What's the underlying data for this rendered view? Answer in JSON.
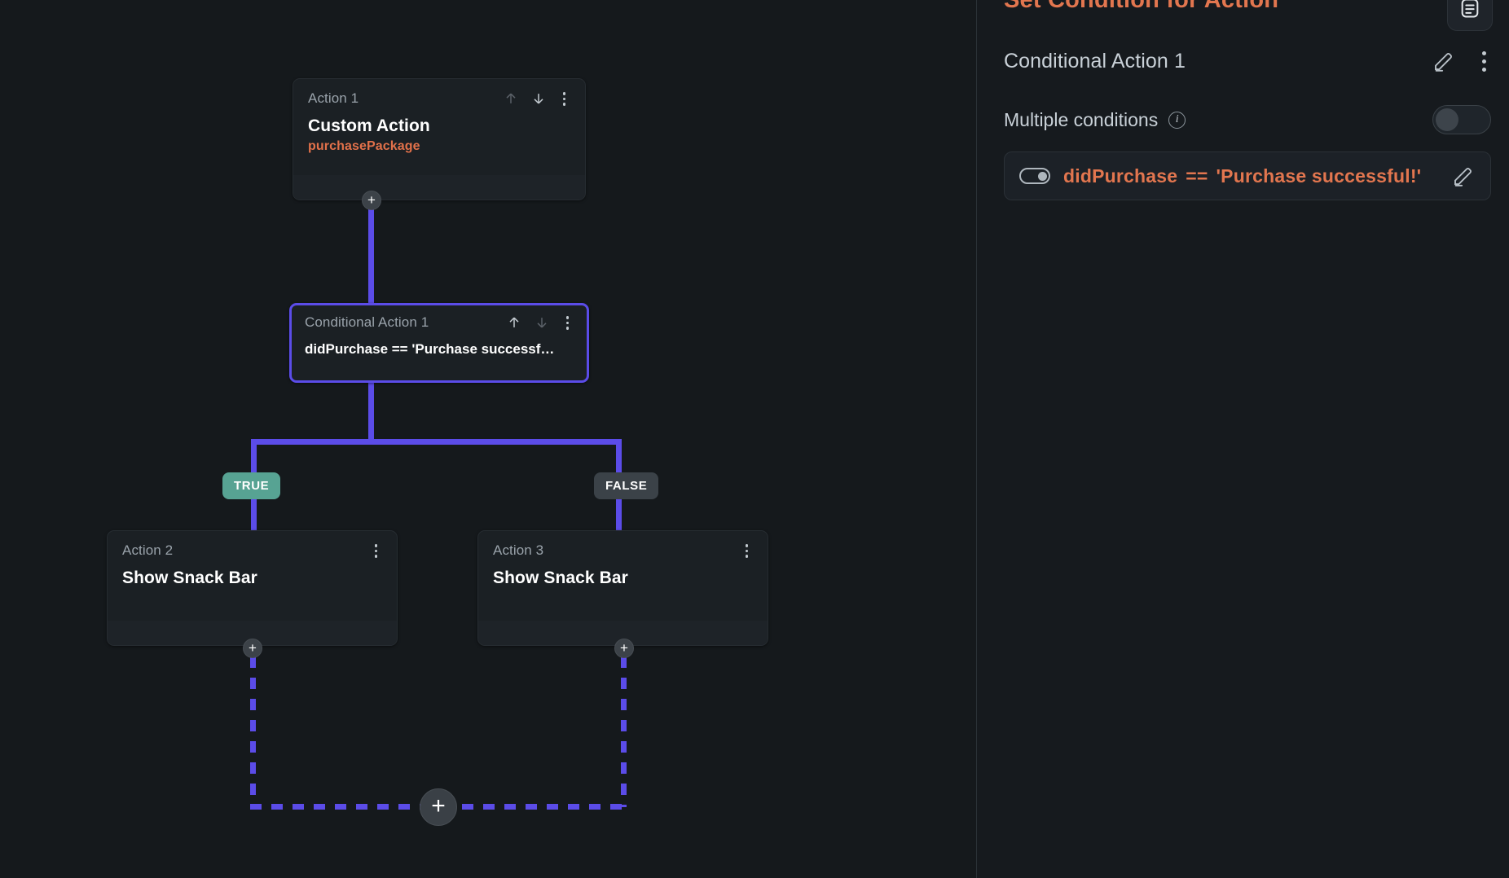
{
  "app": {
    "background_color": "#15191c",
    "accent_orange": "#e2764f",
    "connector_blue": "#5b4ce8",
    "true_chip_color": "#57a393",
    "false_chip_color": "#3b4248"
  },
  "canvas": {
    "nodes": [
      {
        "id": "action-1",
        "label": "Action 1",
        "title": "Custom Action",
        "subtitle": "purchasePackage",
        "up_icon": "arrow-up-icon",
        "down_icon": "arrow-down-icon",
        "menu_icon": "more-vertical-icon",
        "selected": false
      },
      {
        "id": "conditional-action-1",
        "label": "Conditional Action 1",
        "expression": "didPurchase  ==  'Purchase successf…",
        "up_icon": "arrow-up-icon",
        "down_icon": "arrow-down-icon",
        "menu_icon": "more-vertical-icon",
        "selected": true
      },
      {
        "id": "action-2",
        "label": "Action 2",
        "title": "Show Snack Bar",
        "menu_icon": "more-vertical-icon",
        "selected": false
      },
      {
        "id": "action-3",
        "label": "Action 3",
        "title": "Show Snack Bar",
        "menu_icon": "more-vertical-icon",
        "selected": false
      }
    ],
    "branches": {
      "true_label": "TRUE",
      "false_label": "FALSE"
    },
    "add_buttons": {
      "glyph": "+",
      "name": "add-action-button"
    }
  },
  "panel": {
    "title": "Set Condition for Action",
    "header_icon": "form-list-icon",
    "row": {
      "title": "Conditional Action 1",
      "edit_icon": "pencil-icon",
      "menu_icon": "more-vertical-icon"
    },
    "multiple_conditions": {
      "label": "Multiple conditions",
      "info_icon": "info-icon",
      "info_glyph": "i",
      "enabled": false
    },
    "condition": {
      "toggle_icon": "toggle-on-icon",
      "variable": "didPurchase",
      "operator": "==",
      "value": "'Purchase successful!'",
      "edit_icon": "pencil-icon"
    }
  }
}
